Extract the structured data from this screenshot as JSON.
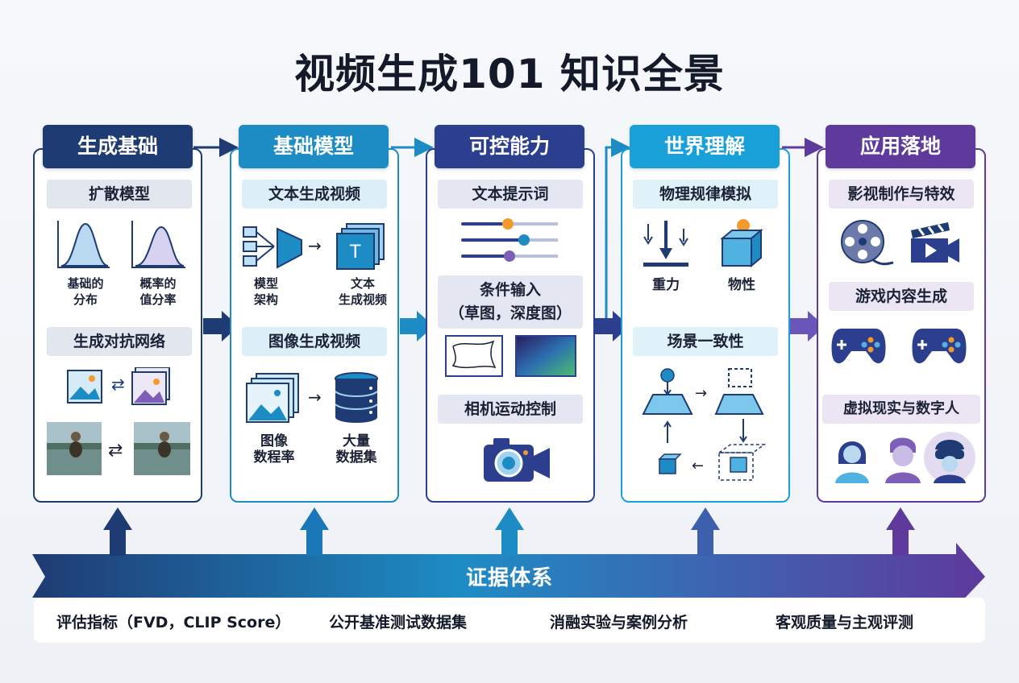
{
  "title": "视频生成101 知识全景",
  "columns": [
    {
      "head": "生成基础",
      "color": "#1f3b73",
      "sections": [
        "扩散模型",
        "生成对抗网络"
      ],
      "captions": [
        "基础的\n分布",
        "概率的\n值分率"
      ]
    },
    {
      "head": "基础模型",
      "color": "#1e8cc4",
      "sections": [
        "文本生成视频",
        "图像生成视频"
      ],
      "captions": [
        "模型\n架构",
        "文本\n生成视频",
        "图像\n数程率",
        "大量\n数据集"
      ]
    },
    {
      "head": "可控能力",
      "color": "#2c3f8f",
      "sections": [
        "文本提示词",
        "条件输入\n（草图，深度图）",
        "相机运动控制"
      ],
      "captions": []
    },
    {
      "head": "世界理解",
      "color": "#1aa0d8",
      "sections": [
        "物理规律模拟",
        "场景一致性"
      ],
      "captions": [
        "重力",
        "物性"
      ]
    },
    {
      "head": "应用落地",
      "color": "#5e3a9c",
      "sections": [
        "影视制作与特效",
        "游戏内容生成",
        "虚拟现实与数字人"
      ],
      "captions": []
    }
  ],
  "timeline": {
    "label": "证据体系"
  },
  "evidence": [
    "评估指标（FVD，CLIP Score）",
    "公开基准测试数据集",
    "消融实验与案例分析",
    "客观质量与主观评测"
  ]
}
